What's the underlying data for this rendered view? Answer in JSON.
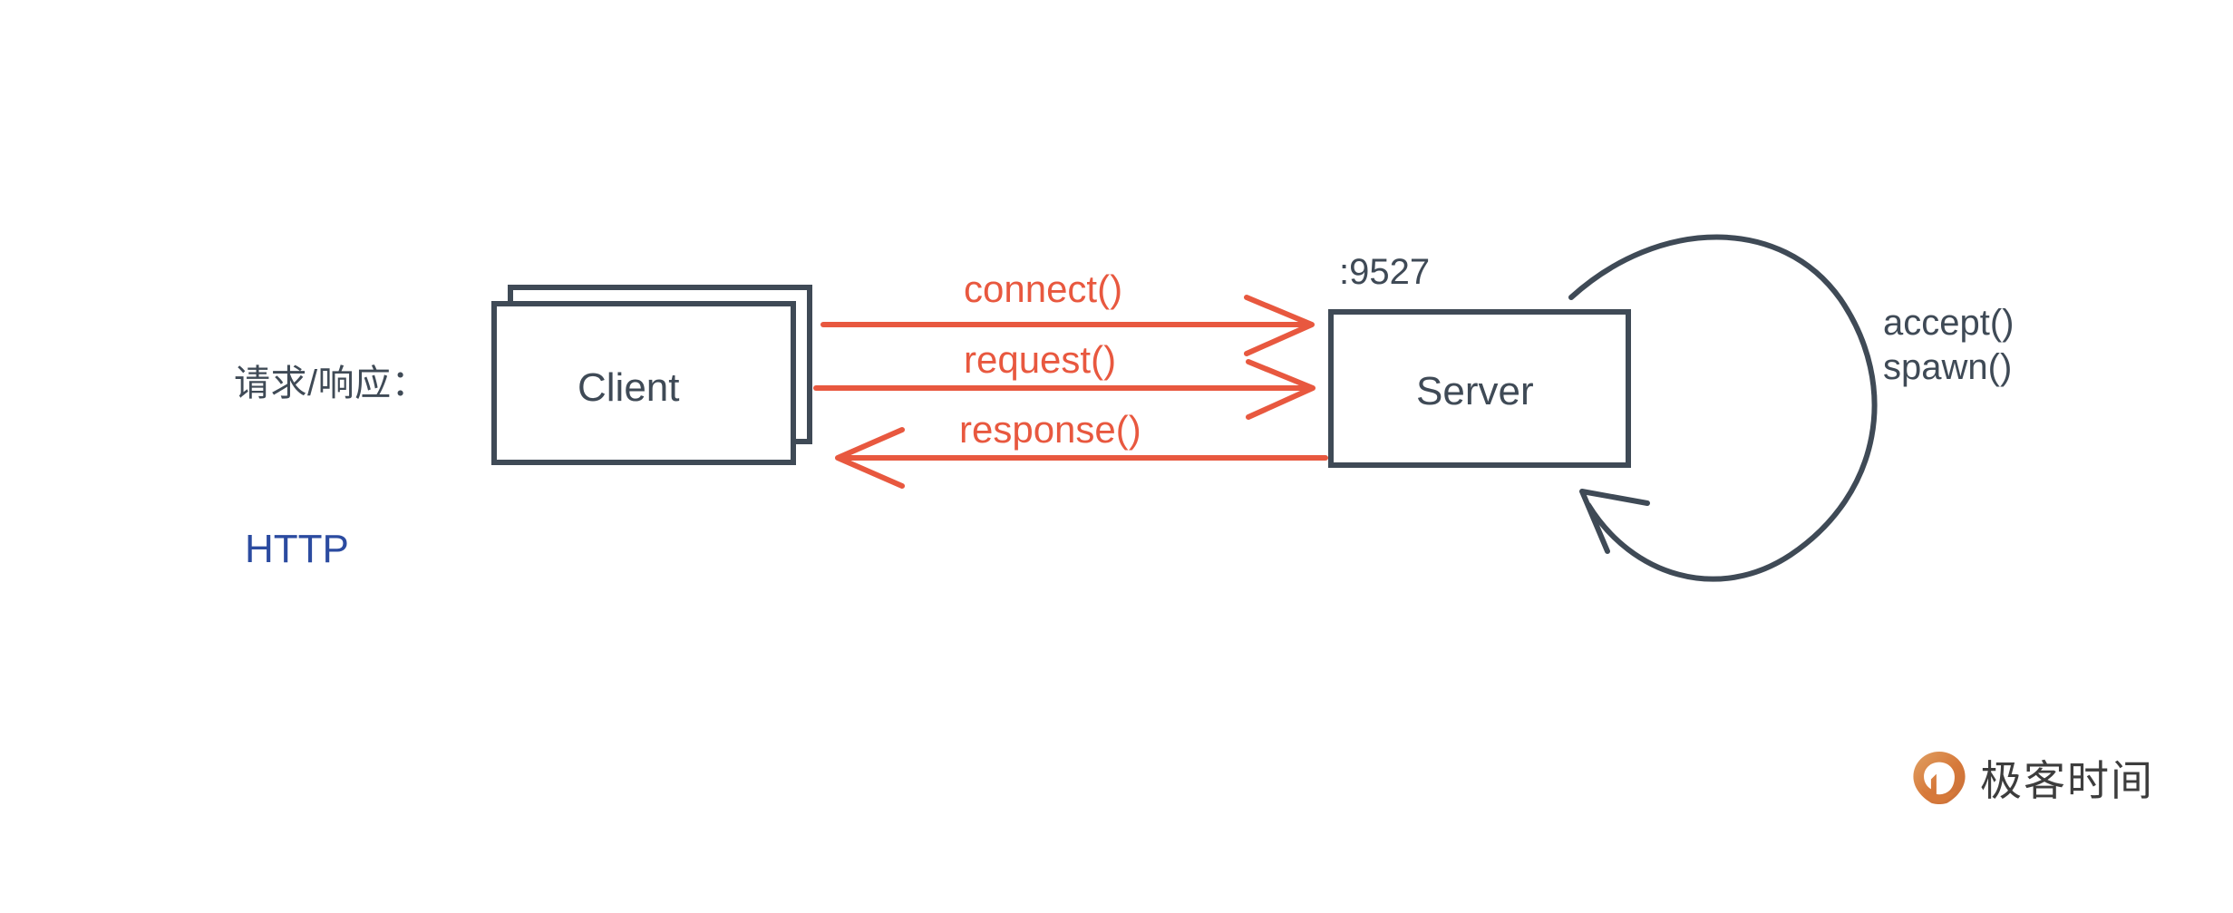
{
  "diagram": {
    "title_text": "请求/响应：",
    "protocol_label": "HTTP",
    "client": {
      "label": "Client",
      "icon": "stacked-boxes-icon"
    },
    "server": {
      "label": "Server",
      "port": ":9527",
      "icon": "box-icon"
    },
    "messages": [
      {
        "label": "connect()",
        "direction": "client-to-server"
      },
      {
        "label": "request()",
        "direction": "client-to-server"
      },
      {
        "label": "response()",
        "direction": "server-to-client"
      }
    ],
    "loop": {
      "lines": [
        "accept()",
        "spawn()"
      ],
      "icon": "loop-arrow-icon"
    },
    "colors": {
      "stroke_dark": "#3f4a56",
      "accent_red": "#e8583f",
      "protocol_blue": "#2b4ba0",
      "logo_orange": "#d9813c",
      "background": "#ffffff"
    }
  },
  "watermark": {
    "brand_text": "极客时间",
    "mark_icon": "geektime-pin-icon"
  }
}
